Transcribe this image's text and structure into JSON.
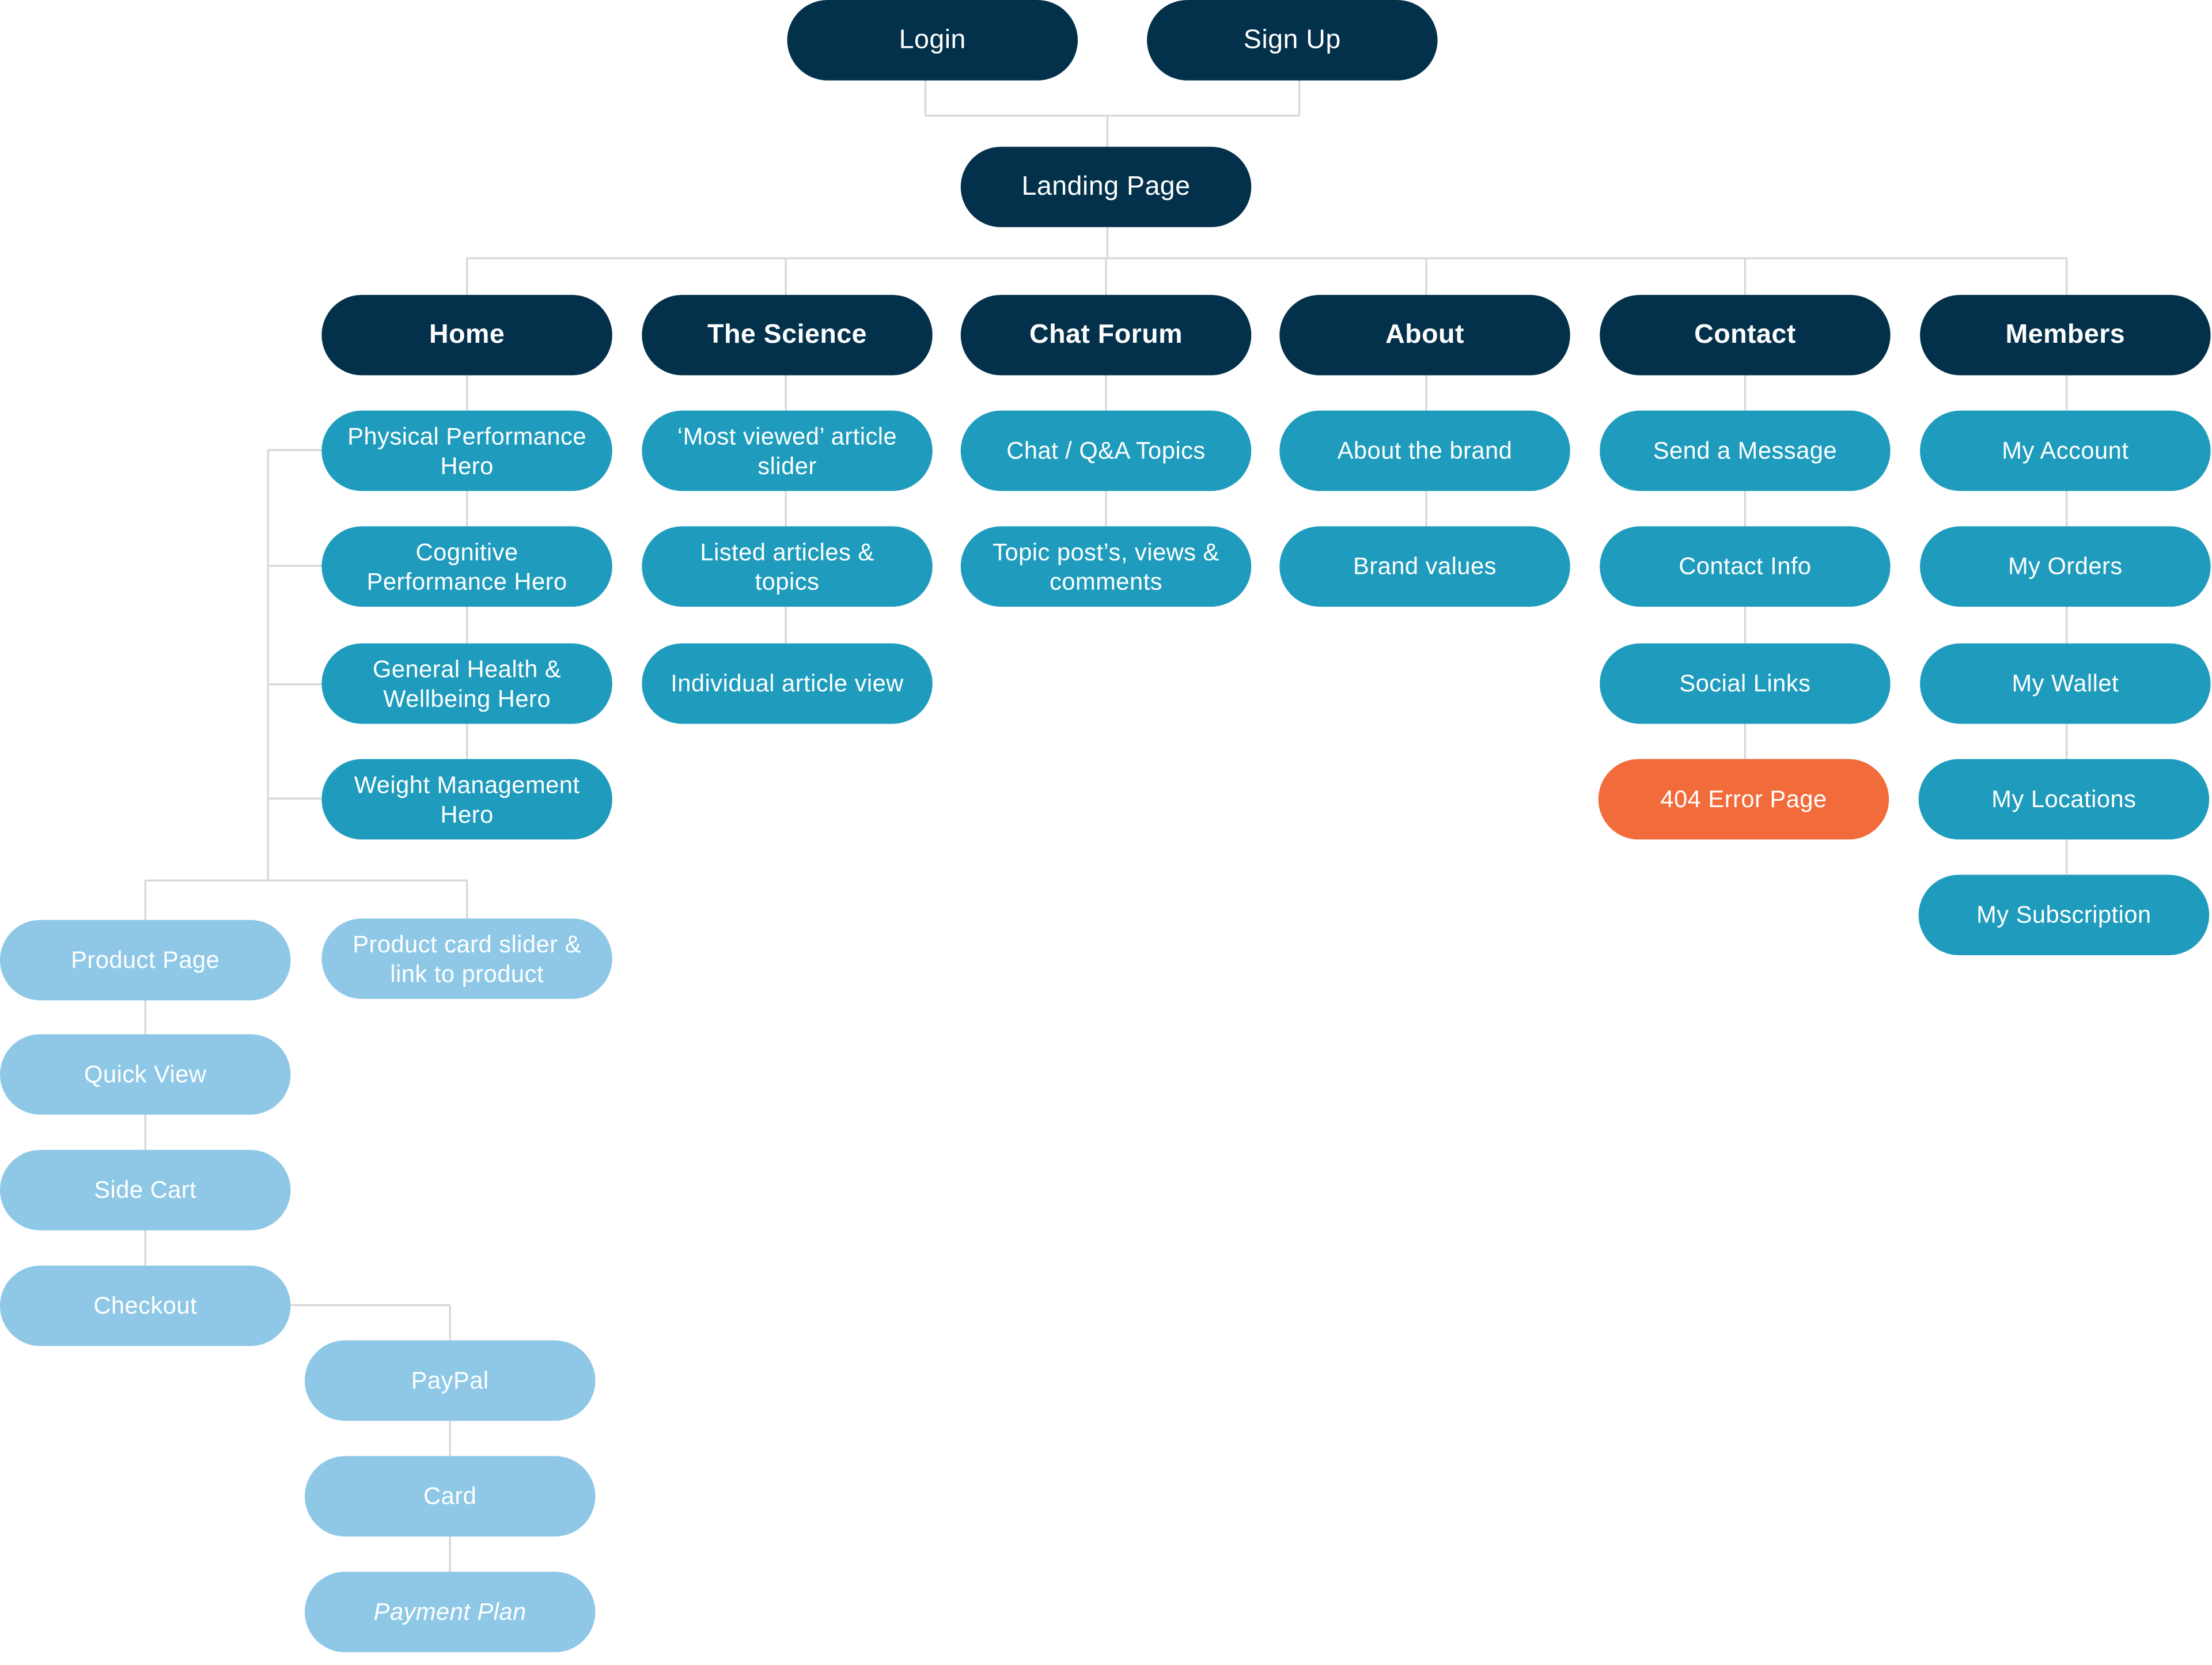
{
  "colors": {
    "dark_navy": "#03314b",
    "teal": "#1f9cbd",
    "light_blue": "#8ec8e6",
    "error_orange": "#f26b3a",
    "connector": "#d6d9dc"
  },
  "auth": {
    "login": "Login",
    "signup": "Sign Up"
  },
  "landing": "Landing Page",
  "sections": {
    "home": {
      "label": "Home",
      "items": [
        "Physical Performance Hero",
        "Cognitive Performance Hero",
        "General Health & Wellbeing Hero",
        "Weight Management Hero"
      ]
    },
    "science": {
      "label": "The Science",
      "items": [
        "‘Most viewed’ article slider",
        "Listed articles & topics",
        "Individual article view"
      ]
    },
    "chat": {
      "label": "Chat Forum",
      "items": [
        "Chat / Q&A Topics",
        "Topic post’s, views & comments"
      ]
    },
    "about": {
      "label": "About",
      "items": [
        "About the brand",
        "Brand values"
      ]
    },
    "contact": {
      "label": "Contact",
      "items": [
        "Send a Message",
        "Contact Info",
        "Social Links",
        "404 Error Page"
      ]
    },
    "members": {
      "label": "Members",
      "items": [
        "My Account",
        "My Orders",
        "My Wallet",
        "My Locations",
        "My Subscription"
      ]
    }
  },
  "shop": {
    "product_page": "Product Page",
    "product_card_slider": "Product card slider & link to product",
    "quick_view": "Quick View",
    "side_cart": "Side Cart",
    "checkout": "Checkout",
    "payment": [
      "PayPal",
      "Card",
      "Payment Plan"
    ]
  }
}
